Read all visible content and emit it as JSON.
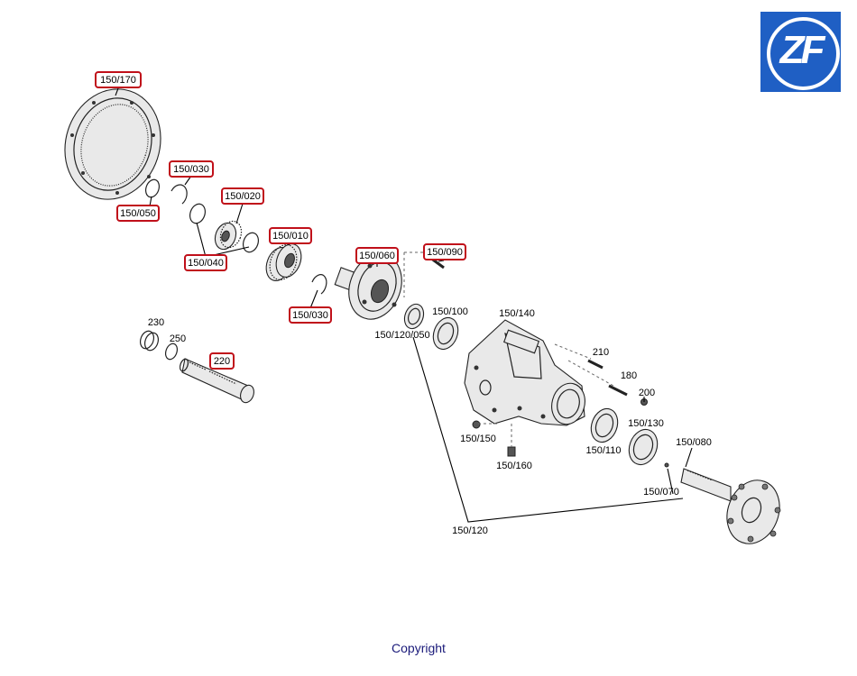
{
  "brand": {
    "logo_text": "ZF",
    "logo_color": "#1f5fc4"
  },
  "highlight_color": "#c0101a",
  "footer": {
    "copyright_label": "Copyright"
  },
  "labels": {
    "p150_170": "150/170",
    "p150_030_a": "150/030",
    "p150_020": "150/020",
    "p150_050": "150/050",
    "p150_040": "150/040",
    "p150_010": "150/010",
    "p150_060": "150/060",
    "p150_090": "150/090",
    "p150_030_b": "150/030",
    "p230": "230",
    "p250": "250",
    "p220": "220",
    "p150_100": "150/100",
    "p150_140": "150/140",
    "p150_120_050": "150/120/050",
    "p210": "210",
    "p180": "180",
    "p200": "200",
    "p150_130": "150/130",
    "p150_150": "150/150",
    "p150_110": "150/110",
    "p150_160": "150/160",
    "p150_080": "150/080",
    "p150_070": "150/070",
    "p150_120": "150/120"
  }
}
